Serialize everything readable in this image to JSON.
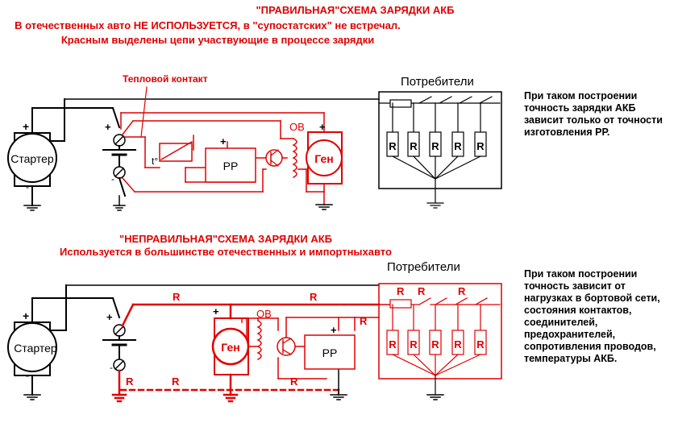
{
  "top": {
    "title_prefix": "\"ПРАВИЛЬНАЯ\"",
    "title_rest": "СХЕМА ЗАРЯДКИ АКБ",
    "line2": "В отечественных авто НЕ ИСПОЛЬЗУЕТСЯ, в  \"супостатских\" не встречал.",
    "line3": "Красным выделены цепи участвующие в процессе зарядки",
    "thermal_contact": "Тепловой контакт",
    "consumers": "Потребители",
    "note_lines": [
      "При таком построении",
      "точность зарядки АКБ",
      "зависит только от точности",
      "изготовления РР."
    ],
    "starter": "Стартер",
    "generator": "Ген",
    "ov": "ОВ",
    "regulator": "РР",
    "thermo": "t°",
    "resistor": "R",
    "plus": "+",
    "minus": "-"
  },
  "bottom": {
    "title_prefix": "\"НЕПРАВИЛЬНАЯ\"",
    "title_rest": "СХЕМА ЗАРЯДКИ АКБ",
    "line2": "Используется в большинстве отечественных и импортныхавто",
    "consumers": "Потребители",
    "note_lines": [
      "При таком построении",
      "точность зависит от",
      "нагрузках в бортовой сети,",
      "состояния контактов,",
      "соединителей,",
      "предохранителей,",
      "сопротивления проводов,",
      "температуры АКБ."
    ],
    "starter": "Стартер",
    "generator": "Ген",
    "ov": "ОВ",
    "regulator": "РР",
    "resistor": "R",
    "plus": "+",
    "minus": "-"
  },
  "colors": {
    "red": "#e00000",
    "black": "#000000"
  }
}
